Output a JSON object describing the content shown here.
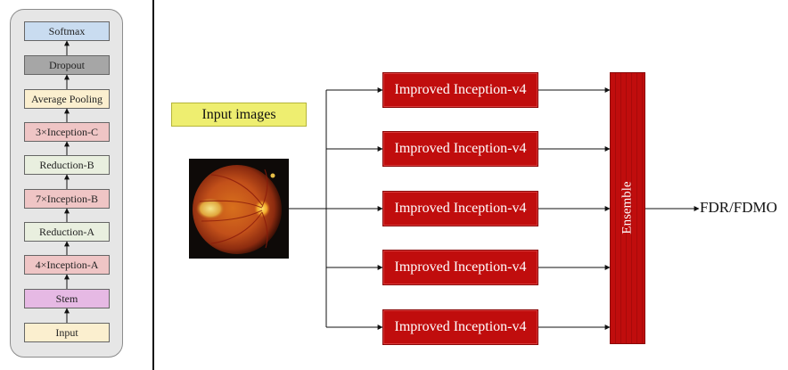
{
  "architecture": {
    "blocks": [
      {
        "label": "Softmax",
        "color": "#c9dcf0"
      },
      {
        "label": "Dropout",
        "color": "#a6a6a6"
      },
      {
        "label": "Average Pooling",
        "color": "#fbefcf"
      },
      {
        "label": "3×Inception-C",
        "color": "#efc5c5"
      },
      {
        "label": "Reduction-B",
        "color": "#e9efdf"
      },
      {
        "label": "7×Inception-B",
        "color": "#efc5c5"
      },
      {
        "label": "Reduction-A",
        "color": "#e9efdf"
      },
      {
        "label": "4×Inception-A",
        "color": "#efc5c5"
      },
      {
        "label": "Stem",
        "color": "#e6b9e4"
      },
      {
        "label": "Input",
        "color": "#fbefcf"
      }
    ]
  },
  "pipeline": {
    "input_label": "Input images",
    "models": [
      "Improved Inception-v4",
      "Improved Inception-v4",
      "Improved Inception-v4",
      "Improved Inception-v4",
      "Improved Inception-v4"
    ],
    "ensemble_label": "Ensemble",
    "output_label": "FDR/FDMO"
  },
  "colors": {
    "model_fill": "#c00d0d",
    "input_label_fill": "#eeee70",
    "panel_fill": "#e6e6e6"
  }
}
